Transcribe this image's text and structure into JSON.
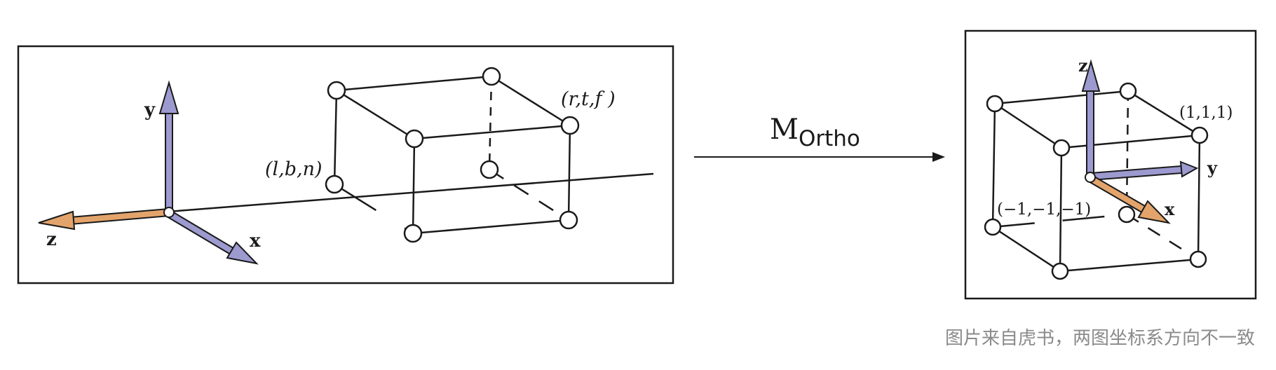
{
  "left_panel": {
    "axes": {
      "x": "x",
      "y": "y",
      "z": "z"
    },
    "corner_near": "(l,b,n)",
    "corner_far": "(r,t,f )"
  },
  "transform": {
    "label_main": "M",
    "label_sub": "Ortho"
  },
  "right_panel": {
    "axes": {
      "x": "x",
      "y": "y",
      "z": "z"
    },
    "corner_max": "(1,1,1)",
    "corner_min": "(−1,−1,−1)"
  },
  "caption": "图片来自虎书，两图坐标系方向不一致",
  "colors": {
    "axis_blue": "#9d9ad0",
    "axis_orange": "#e3a46b",
    "line": "#1a1a1a",
    "caption": "#8a8a8a"
  }
}
